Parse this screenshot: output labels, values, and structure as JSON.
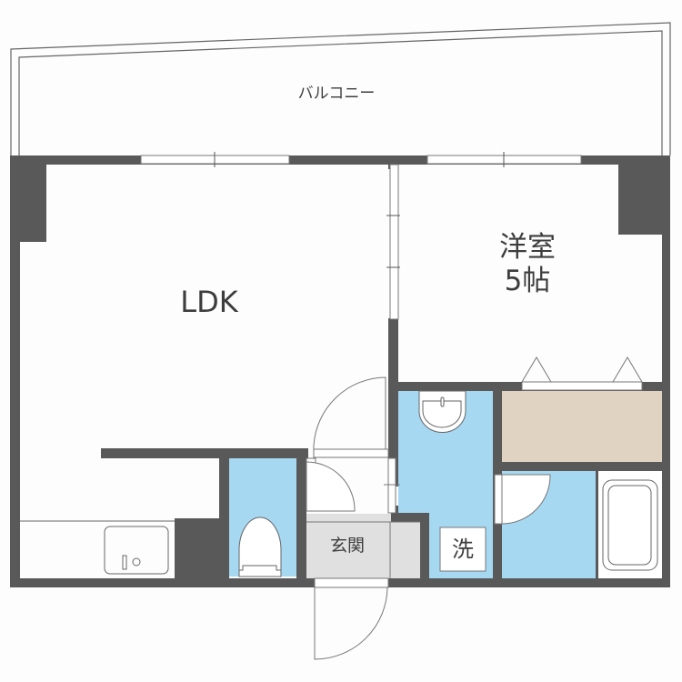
{
  "floor_plan": {
    "rooms": {
      "balcony": {
        "label": "バルコニー"
      },
      "ldk": {
        "label": "LDK"
      },
      "western_room": {
        "label": "洋室",
        "size": "5帖"
      },
      "entrance": {
        "label": "玄関"
      },
      "washroom": {
        "label": "洗"
      },
      "toilet": {
        "label": ""
      },
      "bath": {
        "label": ""
      },
      "closet": {
        "label": ""
      }
    },
    "colors": {
      "wall": "#595959",
      "wet_area": "#a6d8f2",
      "closet": "#e0d3c2",
      "entrance_floor": "#e0e0e0",
      "background": "#fdfdfd",
      "line": "#666666"
    }
  }
}
